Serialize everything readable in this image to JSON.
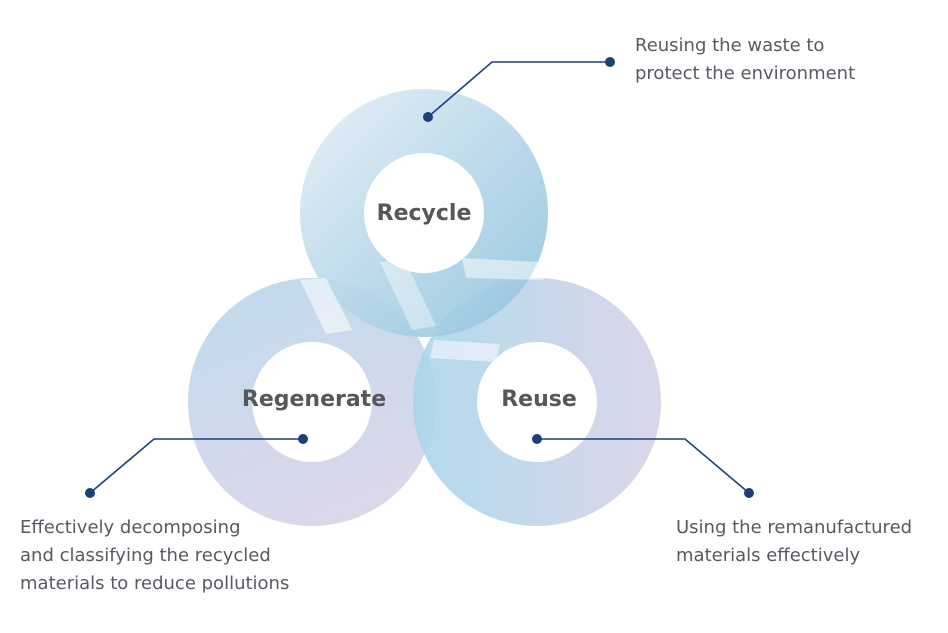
{
  "colors": {
    "ring_blue_light": "#dfeaf3",
    "ring_blue": "#a7cfe3",
    "ring_lavender": "#d5d2e6",
    "connector": "#1c3f78",
    "label_text": "#55575b",
    "caption_text": "#555a63"
  },
  "nodes": {
    "recycle": {
      "label": "Recycle",
      "caption": "Reusing the waste to\nprotect the environment"
    },
    "regenerate": {
      "label": "Regenerate",
      "caption": "Effectively decomposing\nand classifying the recycled\nmaterials to reduce pollutions"
    },
    "reuse": {
      "label": "Reuse",
      "caption": "Using the remanufactured\nmaterials effectively"
    }
  }
}
